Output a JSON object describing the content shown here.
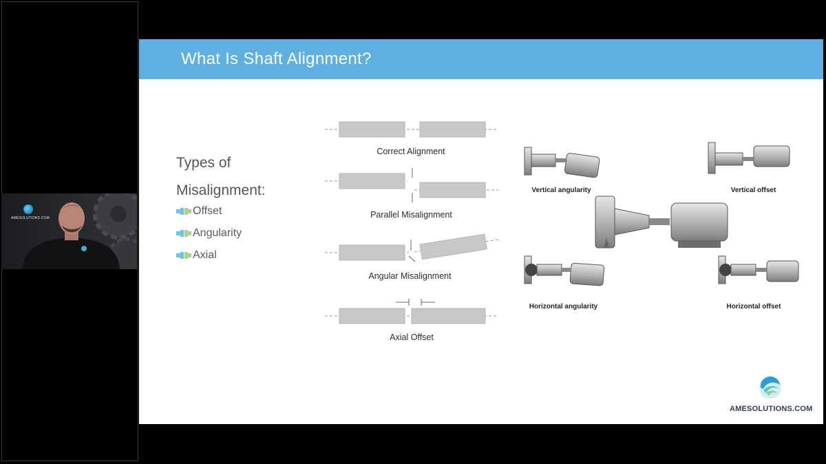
{
  "slide": {
    "title": "What Is Shaft Alignment?",
    "types_heading_line1": "Types of",
    "types_heading_line2": "Misalignment:",
    "bullets": [
      "Offset",
      "Angularity",
      "Axial"
    ]
  },
  "diagrams": {
    "correct": "Correct Alignment",
    "parallel": "Parallel Misalignment",
    "angular": "Angular Misalignment",
    "axial": "Axial Offset"
  },
  "pumps": {
    "vertical_angularity": "Vertical angularity",
    "vertical_offset": "Vertical offset",
    "horizontal_angularity": "Horizontal angularity",
    "horizontal_offset": "Horizontal offset"
  },
  "branding": {
    "slide_logo_text": "AMESOLUTIONS.COM",
    "cam_logo_text": "AMESOLUTIONS.COM"
  },
  "colors": {
    "header_blue": "#5eb0e3",
    "shaft_gray": "#c8c8c8",
    "bullet_blue": "#6ec3ea",
    "bullet_green": "#a8d58a"
  }
}
